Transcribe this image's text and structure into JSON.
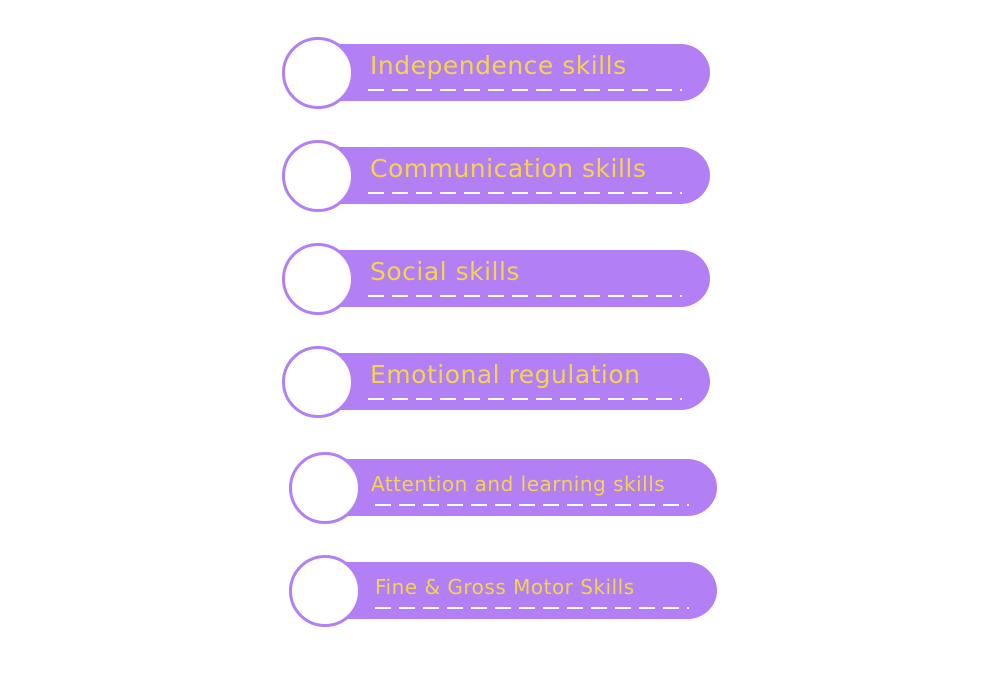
{
  "colors": {
    "band": "#b27ff5",
    "text": "#f5d34f",
    "circle_fill": "#ffffff",
    "dashes": "#ffffff"
  },
  "items": [
    {
      "label": "Independence skills"
    },
    {
      "label": "Communication skills"
    },
    {
      "label": "Social skills"
    },
    {
      "label": "Emotional regulation"
    },
    {
      "label": "Attention and learning skills"
    },
    {
      "label": "Fine & Gross Motor Skills"
    }
  ]
}
